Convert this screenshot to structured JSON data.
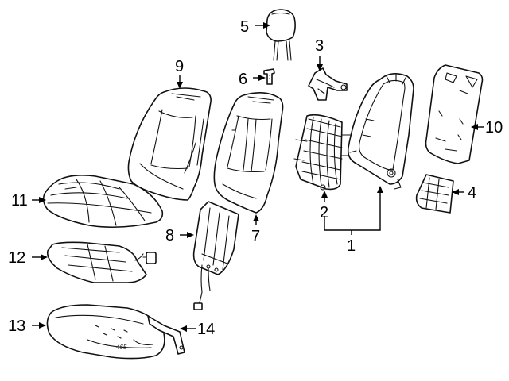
{
  "diagram": {
    "callouts": [
      {
        "id": "c1",
        "label": "1"
      },
      {
        "id": "c2",
        "label": "2"
      },
      {
        "id": "c3",
        "label": "3"
      },
      {
        "id": "c4",
        "label": "4"
      },
      {
        "id": "c5",
        "label": "5"
      },
      {
        "id": "c6",
        "label": "6"
      },
      {
        "id": "c7",
        "label": "7"
      },
      {
        "id": "c8",
        "label": "8"
      },
      {
        "id": "c9",
        "label": "9"
      },
      {
        "id": "c10",
        "label": "10"
      },
      {
        "id": "c11",
        "label": "11"
      },
      {
        "id": "c12",
        "label": "12"
      },
      {
        "id": "c13",
        "label": "13"
      },
      {
        "id": "c14",
        "label": "14"
      }
    ],
    "part_stamp": "465",
    "colors": {
      "line": "#111111",
      "background": "#ffffff"
    }
  }
}
